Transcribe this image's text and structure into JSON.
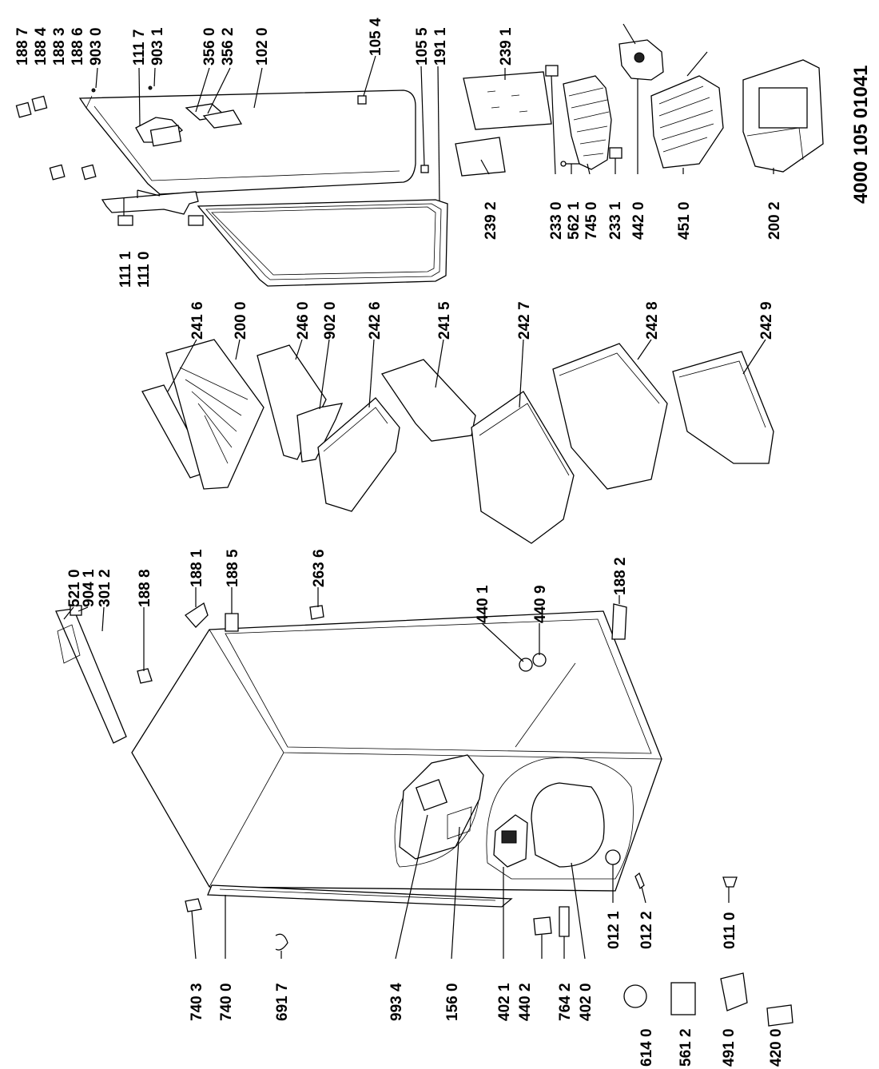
{
  "document_number": "4000 105 01041",
  "labels": {
    "p1887": "188 7",
    "p1884": "188 4",
    "p1883": "188 3",
    "p1886": "188 6",
    "p9030": "903 0",
    "p1117": "111 7",
    "p9031": "903 1",
    "p3560": "356 0",
    "p3562": "356 2",
    "p1020": "102 0",
    "p1054": "105 4",
    "p1055": "105 5",
    "p1911": "191 1",
    "p1111": "111 1",
    "p1110": "111 0",
    "p2391": "239 1",
    "p2392": "239 2",
    "p2330": "233 0",
    "p5621": "562 1",
    "p7450": "745 0",
    "p2331": "233 1",
    "p4420": "442 0",
    "p4510": "451 0",
    "p2002": "200 2",
    "p2416": "241 6",
    "p2000": "200 0",
    "p2460": "246 0",
    "p9020": "902 0",
    "p2426": "242 6",
    "p2415": "241 5",
    "p2427": "242 7",
    "p2428": "242 8",
    "p2429": "242 9",
    "p5210": "521 0",
    "p9041": "904 1",
    "p3012": "301 2",
    "p1888": "188 8",
    "p1881": "188 1",
    "p1885": "188 5",
    "p2636": "263 6",
    "p4401": "440 1",
    "p4409": "440 9",
    "p1882": "188 2",
    "p7403": "740 3",
    "p7400": "740 0",
    "p6917": "691 7",
    "p9934": "993 4",
    "p1560": "156 0",
    "p4021": "402 1",
    "p4402": "440 2",
    "p7642": "764 2",
    "p4020": "402 0",
    "p6140": "614 0",
    "p5612": "561 2",
    "p4910": "491 0",
    "p4200": "420 0",
    "p0121": "012 1",
    "p0122": "012 2",
    "p0110": "011 0"
  }
}
